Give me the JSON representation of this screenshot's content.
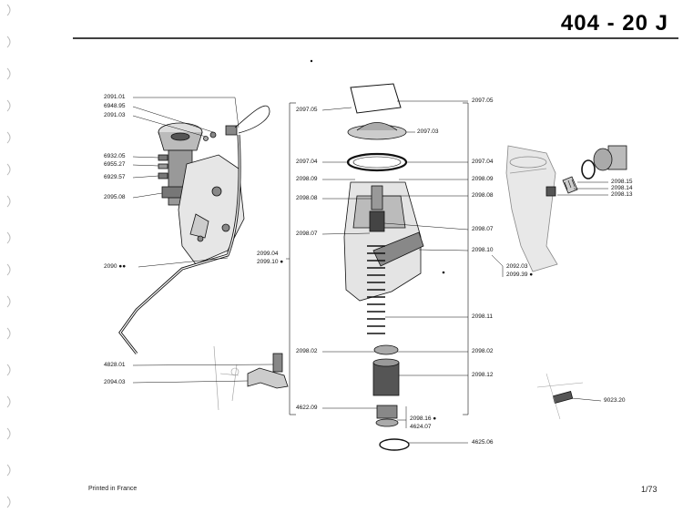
{
  "header": {
    "model": "404",
    "dash": "-",
    "code": "20 J"
  },
  "footer": {
    "printed": "Printed in France",
    "page": "1/73"
  },
  "labels": {
    "l_2091_01": "2091.01",
    "l_6948_95": "6948.95",
    "l_2091_03": "2091.03",
    "l_6932_05": "6932.05",
    "l_6955_27": "6955.27",
    "l_6929_57": "6929.57",
    "l_2095_08": "2095.08",
    "l_2090": "2090 ●●",
    "l_4828_01": "4828.01",
    "l_2094_03": "2094.03",
    "l_2097_05_left": "2097.05",
    "l_2097_04_left": "2097.04",
    "l_2098_09_left": "2098.09",
    "l_2098_08_left": "2098.08",
    "l_2098_07_left": "2098.07",
    "l_2099_04": "2099.04",
    "l_2099_10": "2099.10 ●",
    "l_2098_02_left": "2098.02",
    "l_4622_09": "4622.09",
    "l_2097_05_right": "2097.05",
    "l_2097_03": "2097.03",
    "l_2097_04_right": "2097.04",
    "l_2098_09_right": "2098.09",
    "l_2098_08_right": "2098.08",
    "l_2098_07_right": "2098.07",
    "l_2098_10": "2098.10",
    "l_2098_11": "2098.11",
    "l_2098_02_right": "2098.02",
    "l_2098_12": "2098.12",
    "l_2098_16_bottom": "2098.16 ●",
    "l_4624_07": "4624.07",
    "l_4625_06": "4625.06",
    "l_2098_15": "2098.15",
    "l_2098_14": "2098.14",
    "l_2098_13": "2098.13",
    "l_2092_03": "2092.03",
    "l_2099_39": "2099.39 ●",
    "l_9023_20": "9023.20"
  }
}
